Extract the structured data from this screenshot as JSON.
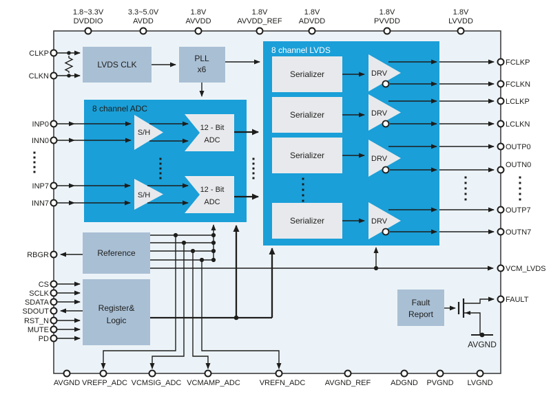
{
  "pins": {
    "top": [
      {
        "voltage": "1.8~3.3V",
        "name": "DVDDIO"
      },
      {
        "voltage": "3.3~5.0V",
        "name": "AVDD"
      },
      {
        "voltage": "1.8V",
        "name": "AVVDD"
      },
      {
        "voltage": "1.8V",
        "name": "AVVDD_REF"
      },
      {
        "voltage": "1.8V",
        "name": "ADVDD"
      },
      {
        "voltage": "1.8V",
        "name": "PVVDD"
      },
      {
        "voltage": "1.8V",
        "name": "LVVDD"
      }
    ],
    "left": [
      "CLKP",
      "CLKN",
      "INP0",
      "INN0",
      "INP7",
      "INN7",
      "RBGR",
      "CS",
      "SCLK",
      "SDATA",
      "SDOUT",
      "RST_N",
      "MUTE",
      "PD"
    ],
    "right": [
      "FCLKP",
      "FCLKN",
      "LCLKP",
      "LCLKN",
      "OUTP0",
      "OUTN0",
      "OUTP7",
      "OUTN7",
      "VCM_LVDS",
      "FAULT"
    ],
    "bottom": [
      "AVGND",
      "VREFP_ADC",
      "VCMSIG_ADC",
      "VCMAMP_ADC",
      "VREFN_ADC",
      "AVGND_REF",
      "ADGND",
      "PVGND",
      "LVGND"
    ]
  },
  "blocks": {
    "lvds_clk": "LVDS CLK",
    "pll_line1": "PLL",
    "pll_line2": "x6",
    "adc_group": "8 channel ADC",
    "lvds_group": "8 channel LVDS",
    "serializer": "Serializer",
    "drv": "DRV",
    "sample_hold": "S/H",
    "adc12_line1": "12 - Bit",
    "adc12_line2": "ADC",
    "reference": "Reference",
    "register_line1": "Register&",
    "register_line2": "Logic",
    "fault_line1": "Fault",
    "fault_line2": "Report",
    "mosfet_ground": "AVGND"
  },
  "colors": {
    "group_blue": "#1a9fd8",
    "block_gray": "#a9bfd4",
    "inner_gray": "#e8e9ec",
    "chip_bg": "#ecf3f8",
    "line": "#1d1d1b"
  }
}
